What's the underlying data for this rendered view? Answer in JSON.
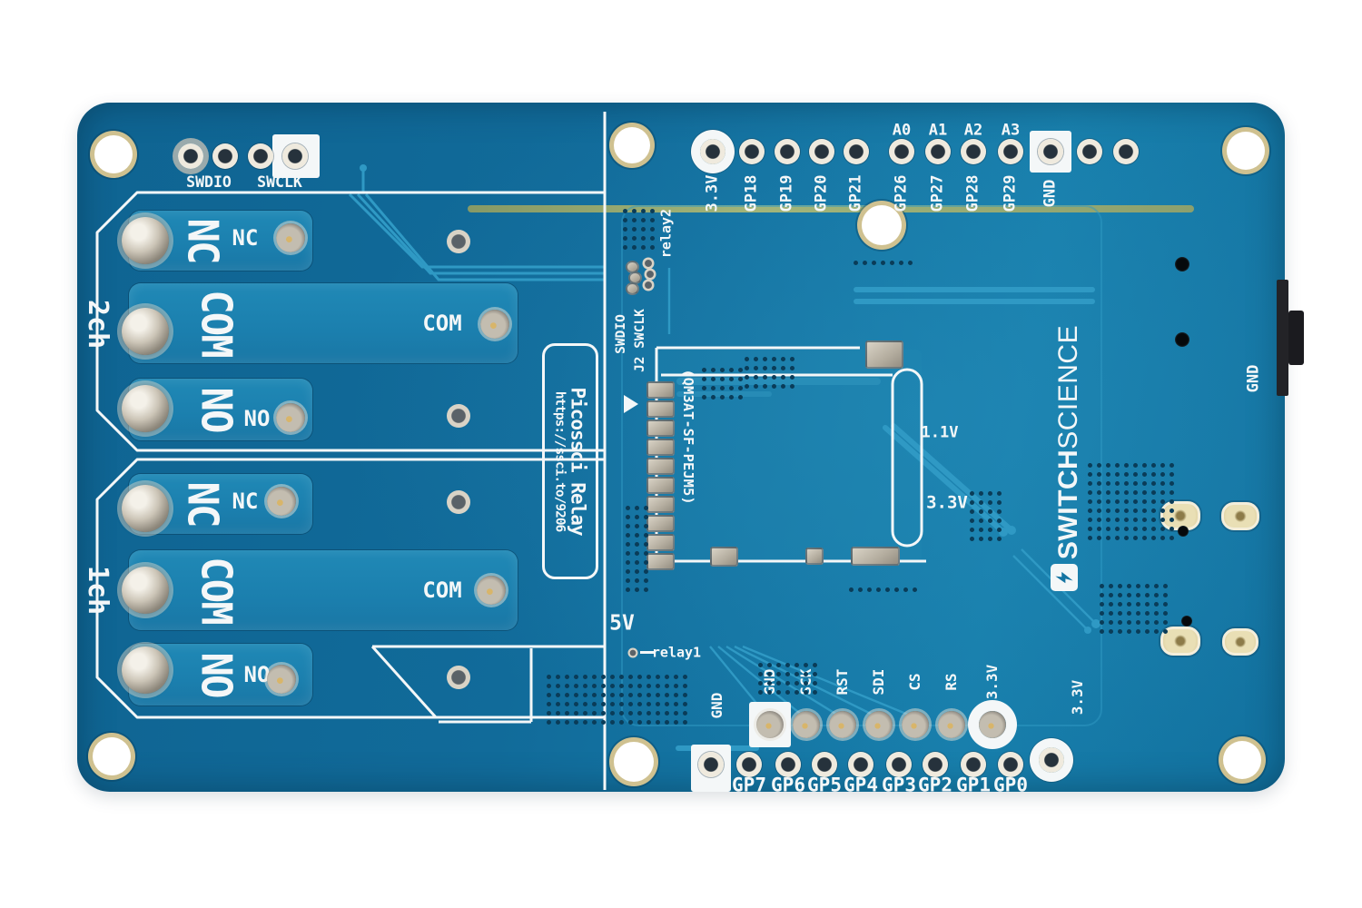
{
  "colors": {
    "background": "#ffffff",
    "board_left": "#0f6492",
    "board_right": "#177eab",
    "slot_blue": "#1e88b4",
    "trace_cyan": "#2f99c4",
    "silkscreen": "#f4f7f8",
    "gold_ring": "#cfc190",
    "via_dot": "#0a3c58",
    "solder_gray": "#938d80",
    "edge_green": "#a3b174",
    "connector_black": "#232327"
  },
  "silkscreen": {
    "product": {
      "name": "Picossci Relay",
      "url": "https://ssci.to/9206"
    },
    "debug_header": {
      "left": "SWDIO",
      "right": "SWCLK"
    },
    "channels": [
      {
        "name": "2ch",
        "terminals": [
          {
            "big": "NC",
            "small": "NC"
          },
          {
            "big": "COM",
            "small": "COM"
          },
          {
            "big": "NO",
            "small": "NO"
          }
        ]
      },
      {
        "name": "1ch",
        "terminals": [
          {
            "big": "NC",
            "small": "NC"
          },
          {
            "big": "COM",
            "small": "COM"
          },
          {
            "big": "NO",
            "small": "NO"
          }
        ]
      }
    ],
    "top_header": {
      "analog": [
        "A0",
        "A1",
        "A2",
        "A3"
      ],
      "pins": [
        "3.3V",
        "GP18",
        "GP19",
        "GP20",
        "GP21",
        "GP26",
        "GP27",
        "GP28",
        "GP29",
        "GND"
      ]
    },
    "module": {
      "part": "(QM3AT-SF-PEJM5)",
      "swdio": "SWDIO",
      "swclk": "J2 SWCLK",
      "relay2": "relay2",
      "relay1": "relay1",
      "v11": "1.1V",
      "v33": "3.3V",
      "v5": "5V"
    },
    "bottom_header": {
      "signals": [
        "GND",
        "SCK",
        "RST",
        "SDI",
        "CS",
        "RS",
        "3.3V"
      ],
      "gnd": "GND",
      "gpios": [
        "GP7",
        "GP6",
        "GP5",
        "GP4",
        "GP3",
        "GP2",
        "GP1",
        "GP0"
      ],
      "v33": "3.3V"
    },
    "branding": {
      "bold": "SWITCH",
      "light": "SCIENCE"
    },
    "right_edge": {
      "gnd": "GND"
    }
  }
}
